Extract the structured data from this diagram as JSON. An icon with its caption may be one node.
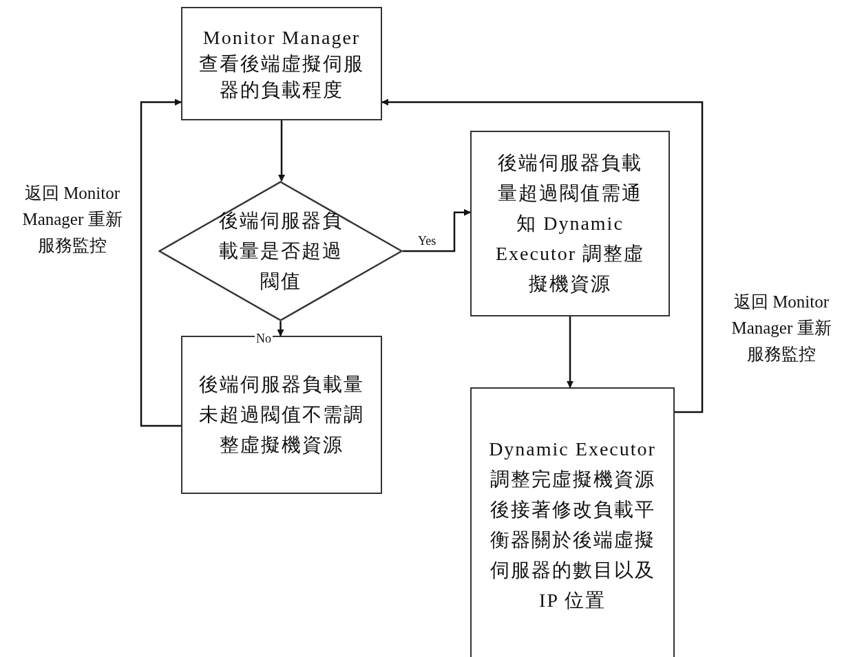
{
  "diagram": {
    "nodes": [
      {
        "text": [
          "Monitor Manager 查看後端虛擬伺服器的負載程度"
        ]
      },
      {
        "text": [
          "後端伺服器負載量是否超過閥值"
        ]
      },
      {
        "text": [
          "後端伺服器負載量超過閥值需通知 Dynamic Executor 調整虛擬機資源"
        ]
      },
      {
        "text": [
          "後端伺服器負載量未超過閥值不需調整虛擬機資源"
        ]
      },
      {
        "text": [
          "Dynamic Executor 調整完虛擬機資源後接著修改負載平衡器關於後端虛擬伺服器的數目以及 IP 位置"
        ]
      }
    ],
    "edges": [
      {
        "from": 0,
        "to": 1,
        "arrow": "to"
      },
      {
        "from": 1,
        "to": 2,
        "arrow": "to",
        "label": "Yes"
      },
      {
        "from": 1,
        "to": 3,
        "arrow": "to",
        "label": "No"
      },
      {
        "from": 3,
        "to": 0,
        "arrow": "to"
      },
      {
        "from": 4,
        "to": 0,
        "arrow": "to"
      },
      {
        "from": 2,
        "to": 4,
        "arrow": "to"
      }
    ],
    "labels": [
      "返回 Monitor Manager 重新服務監控",
      "返回 Monitor Manager 重新服務監控"
    ]
  }
}
